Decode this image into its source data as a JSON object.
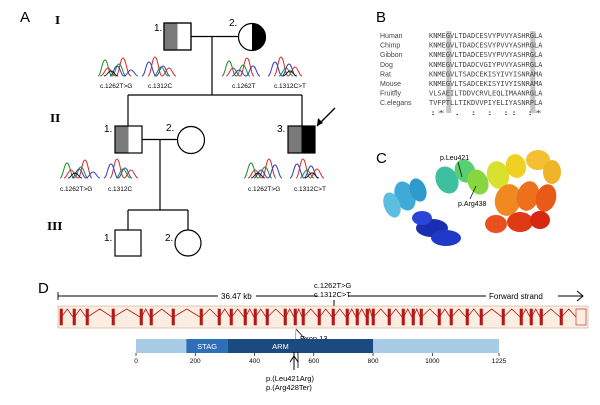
{
  "panels": {
    "a": "A",
    "b": "B",
    "c": "C",
    "d": "D"
  },
  "pedigree": {
    "generations": [
      "I",
      "II",
      "III"
    ],
    "ids": {
      "i1": "1.",
      "i2": "2.",
      "ii1": "1.",
      "ii2": "2.",
      "ii3": "3.",
      "iii1": "1.",
      "iii2": "2."
    },
    "traces": {
      "i1_a": "c.1262T>G",
      "i1_b": "c.1312C",
      "i2_a": "c.1262T",
      "i2_b": "c.1312C>T",
      "ii1_a": "c.1262T>G",
      "ii1_b": "c.1312C",
      "ii3_a": "c.1262T>G",
      "ii3_b": "c.1312C>T"
    }
  },
  "alignment": {
    "species": [
      "Human",
      "Chimp",
      "Gibbon",
      "Dog",
      "Rat",
      "Mouse",
      "Fruitfly",
      "C.elegans"
    ],
    "sequences": [
      "KNMEGVLTDADCESVYPVVYASHRGLA",
      "KNMEGVLTDADCESVYPVVYASHRGLA",
      "KNMEGVLTDADCESVYPVVYASHRGLA",
      "KNMEGVLTDADCVGIYPVVYASHRGLA",
      "KNMEGVLTSADCEKISYIVYISNRAMA",
      "KNMEGVLTSADCEKISYIVYISNRAMA",
      "VLSAEILTDDVCRVLEQLIMAANRGLA",
      "TVFPTLLTIKDVVPIYELIYASNRPLA"
    ],
    "conservation": " :*       .   :  :   ::  :*"
  },
  "structure": {
    "labels": [
      "p.Leu421",
      "p.Arg438"
    ]
  },
  "gene": {
    "variants": [
      "c.1262T>G",
      "c.1312C>T"
    ],
    "length_label": "36.47 kb",
    "strand_label": "Forward strand",
    "exon_label": "Exon 13"
  },
  "protein": {
    "domains": [
      {
        "name": "STAG",
        "start": 170,
        "end": 310,
        "color": "#2f6fb8"
      },
      {
        "name": "ARM",
        "start": 310,
        "end": 800,
        "color": "#1a4a80"
      }
    ],
    "length": 1225,
    "axis_ticks": [
      0,
      200,
      400,
      600,
      800,
      1000,
      1225
    ],
    "variants": [
      "p.(Leu421Arg)",
      "p.(Arg428Ter)"
    ],
    "colors": {
      "bar": "#a9cce6",
      "domain": "#2f6fb8",
      "arm": "#1a4a80"
    }
  }
}
